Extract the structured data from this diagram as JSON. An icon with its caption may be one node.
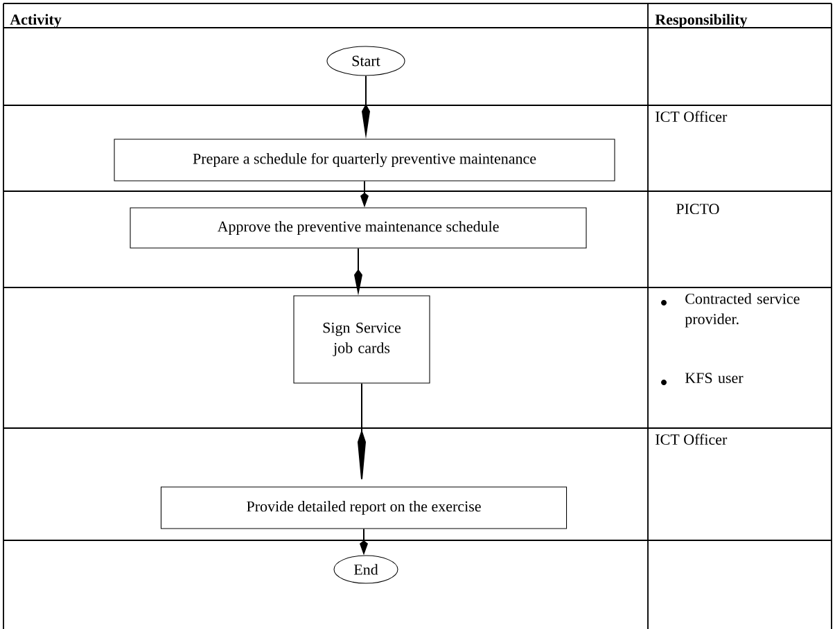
{
  "diagram": {
    "nodes": [
      {
        "text": [
          "Start"
        ]
      },
      {
        "text": [
          "Prepare a schedule for quarterly preventive maintenance"
        ]
      },
      {
        "text": [
          "Approve the preventive maintenance schedule"
        ]
      },
      {
        "text": [
          "Sign Service job cards"
        ]
      },
      {
        "text": [
          "Provide detailed report on the exercise"
        ]
      },
      {
        "text": [
          "End"
        ]
      }
    ],
    "edges": [
      {
        "from": 0,
        "to": 1,
        "arrow": "to"
      },
      {
        "from": 1,
        "to": 2,
        "arrow": "to"
      },
      {
        "from": 2,
        "to": 3,
        "arrow": "to"
      },
      {
        "from": 3,
        "to": 4,
        "arrow": "to"
      },
      {
        "from": 4,
        "to": 5,
        "arrow": "to"
      }
    ],
    "labels": [
      "Activity",
      "Responsibility",
      "ICT Officer",
      "PICTO",
      "Contracted service provider.",
      "KFS user",
      "ICT Officer"
    ]
  }
}
